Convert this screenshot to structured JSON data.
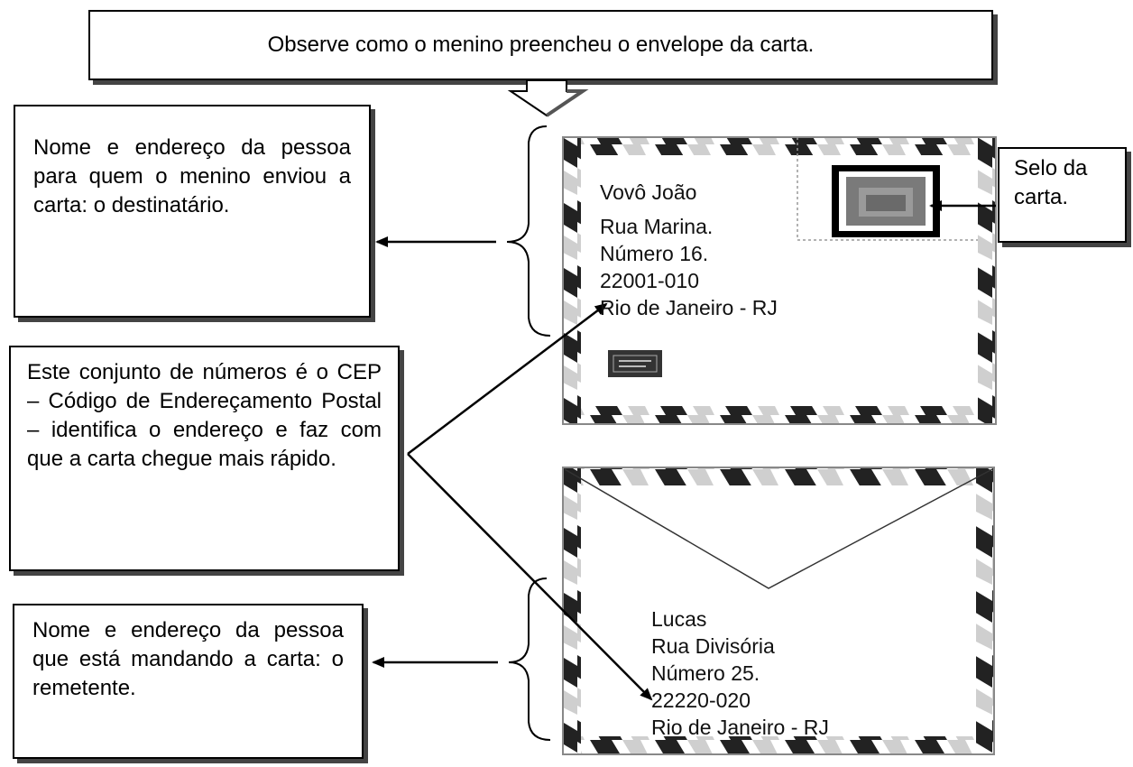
{
  "title": "Observe como o menino preencheu o envelope da carta.",
  "boxes": {
    "destinatario": "Nome e endereço da pessoa para quem o menino enviou a carta: o destinatário.",
    "cep": "Este conjunto de números é o CEP – Código de Endereçamento Postal – identifica o endereço e faz com que a carta chegue mais rápido.",
    "remetente": "Nome e endereço da pessoa que está mandando a carta: o remetente.",
    "selo": "Selo da carta."
  },
  "envelope_front": {
    "lines": [
      "Vovô João",
      "Rua Marina.",
      "Número 16.",
      "22001-010",
      "Rio de Janeiro - RJ"
    ]
  },
  "envelope_back": {
    "lines": [
      "Lucas",
      "Rua Divisória",
      "Número 25.",
      "22220-020",
      "Rio de Janeiro - RJ"
    ]
  },
  "colors": {
    "stripe_dark": "#222222",
    "stripe_light": "#cfcfcf",
    "stamp": "#7a7a7a"
  }
}
